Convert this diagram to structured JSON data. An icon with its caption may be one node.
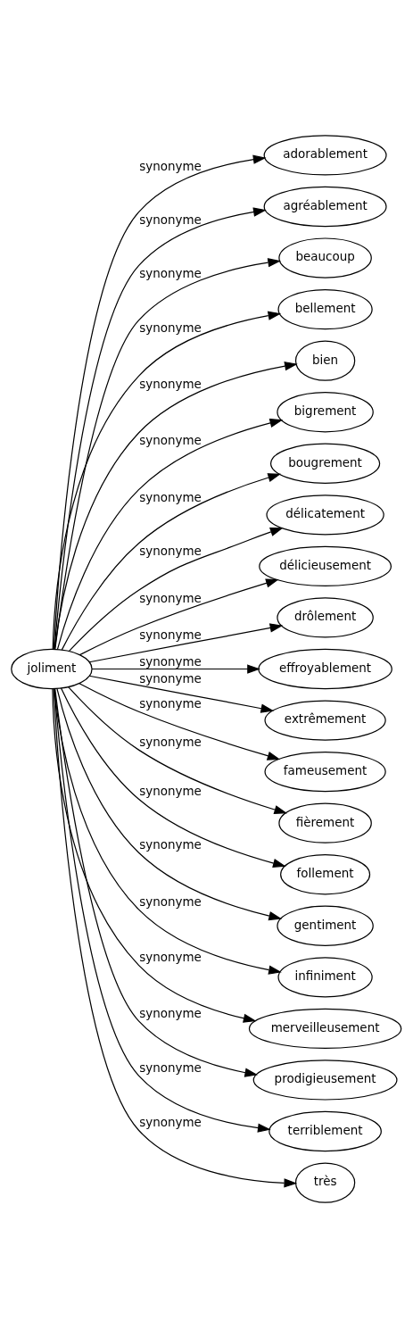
{
  "diagram": {
    "nodes": [
      {
        "text": [
          "joliment"
        ]
      },
      {
        "text": [
          "adorablement"
        ]
      },
      {
        "text": [
          "agréablement"
        ]
      },
      {
        "text": [
          "beaucoup"
        ]
      },
      {
        "text": [
          "bellement"
        ]
      },
      {
        "text": [
          "bien"
        ]
      },
      {
        "text": [
          "bigrement"
        ]
      },
      {
        "text": [
          "bougrement"
        ]
      },
      {
        "text": [
          "délicatement"
        ]
      },
      {
        "text": [
          "délicieusement"
        ]
      },
      {
        "text": [
          "drôlement"
        ]
      },
      {
        "text": [
          "effroyablement"
        ]
      },
      {
        "text": [
          "extrêmement"
        ]
      },
      {
        "text": [
          "fameusement"
        ]
      },
      {
        "text": [
          "fièrement"
        ]
      },
      {
        "text": [
          "follement"
        ]
      },
      {
        "text": [
          "gentiment"
        ]
      },
      {
        "text": [
          "infiniment"
        ]
      },
      {
        "text": [
          "merveilleusement"
        ]
      },
      {
        "text": [
          "prodigieusement"
        ]
      },
      {
        "text": [
          "terriblement"
        ]
      },
      {
        "text": [
          "très"
        ]
      }
    ],
    "edges": [
      {
        "from": 0,
        "to": 1,
        "arrow": "to",
        "label": "synonyme"
      },
      {
        "from": 0,
        "to": 2,
        "arrow": "to",
        "label": "synonyme"
      },
      {
        "from": 0,
        "to": 3,
        "arrow": "to",
        "label": "synonyme"
      },
      {
        "from": 0,
        "to": 4,
        "arrow": "to",
        "label": "synonyme"
      },
      {
        "from": 0,
        "to": 5,
        "arrow": "to",
        "label": "synonyme"
      },
      {
        "from": 0,
        "to": 6,
        "arrow": "to",
        "label": "synonyme"
      },
      {
        "from": 0,
        "to": 7,
        "arrow": "to",
        "label": "synonyme"
      },
      {
        "from": 0,
        "to": 8,
        "arrow": "to",
        "label": "synonyme"
      },
      {
        "from": 0,
        "to": 9,
        "arrow": "to",
        "label": "synonyme"
      },
      {
        "from": 0,
        "to": 10,
        "arrow": "to",
        "label": "synonyme"
      },
      {
        "from": 0,
        "to": 11,
        "arrow": "to",
        "label": "synonyme"
      },
      {
        "from": 0,
        "to": 12,
        "arrow": "to",
        "label": "synonyme"
      },
      {
        "from": 0,
        "to": 13,
        "arrow": "to",
        "label": "synonyme"
      },
      {
        "from": 0,
        "to": 14,
        "arrow": "to",
        "label": "synonyme"
      },
      {
        "from": 0,
        "to": 15,
        "arrow": "to",
        "label": "synonyme"
      },
      {
        "from": 0,
        "to": 16,
        "arrow": "to",
        "label": "synonyme"
      },
      {
        "from": 0,
        "to": 17,
        "arrow": "to",
        "label": "synonyme"
      },
      {
        "from": 0,
        "to": 18,
        "arrow": "to",
        "label": "synonyme"
      },
      {
        "from": 0,
        "to": 19,
        "arrow": "to",
        "label": "synonyme"
      },
      {
        "from": 0,
        "to": 20,
        "arrow": "to",
        "label": "synonyme"
      },
      {
        "from": 0,
        "to": 21,
        "arrow": "to",
        "label": "synonyme"
      }
    ]
  }
}
